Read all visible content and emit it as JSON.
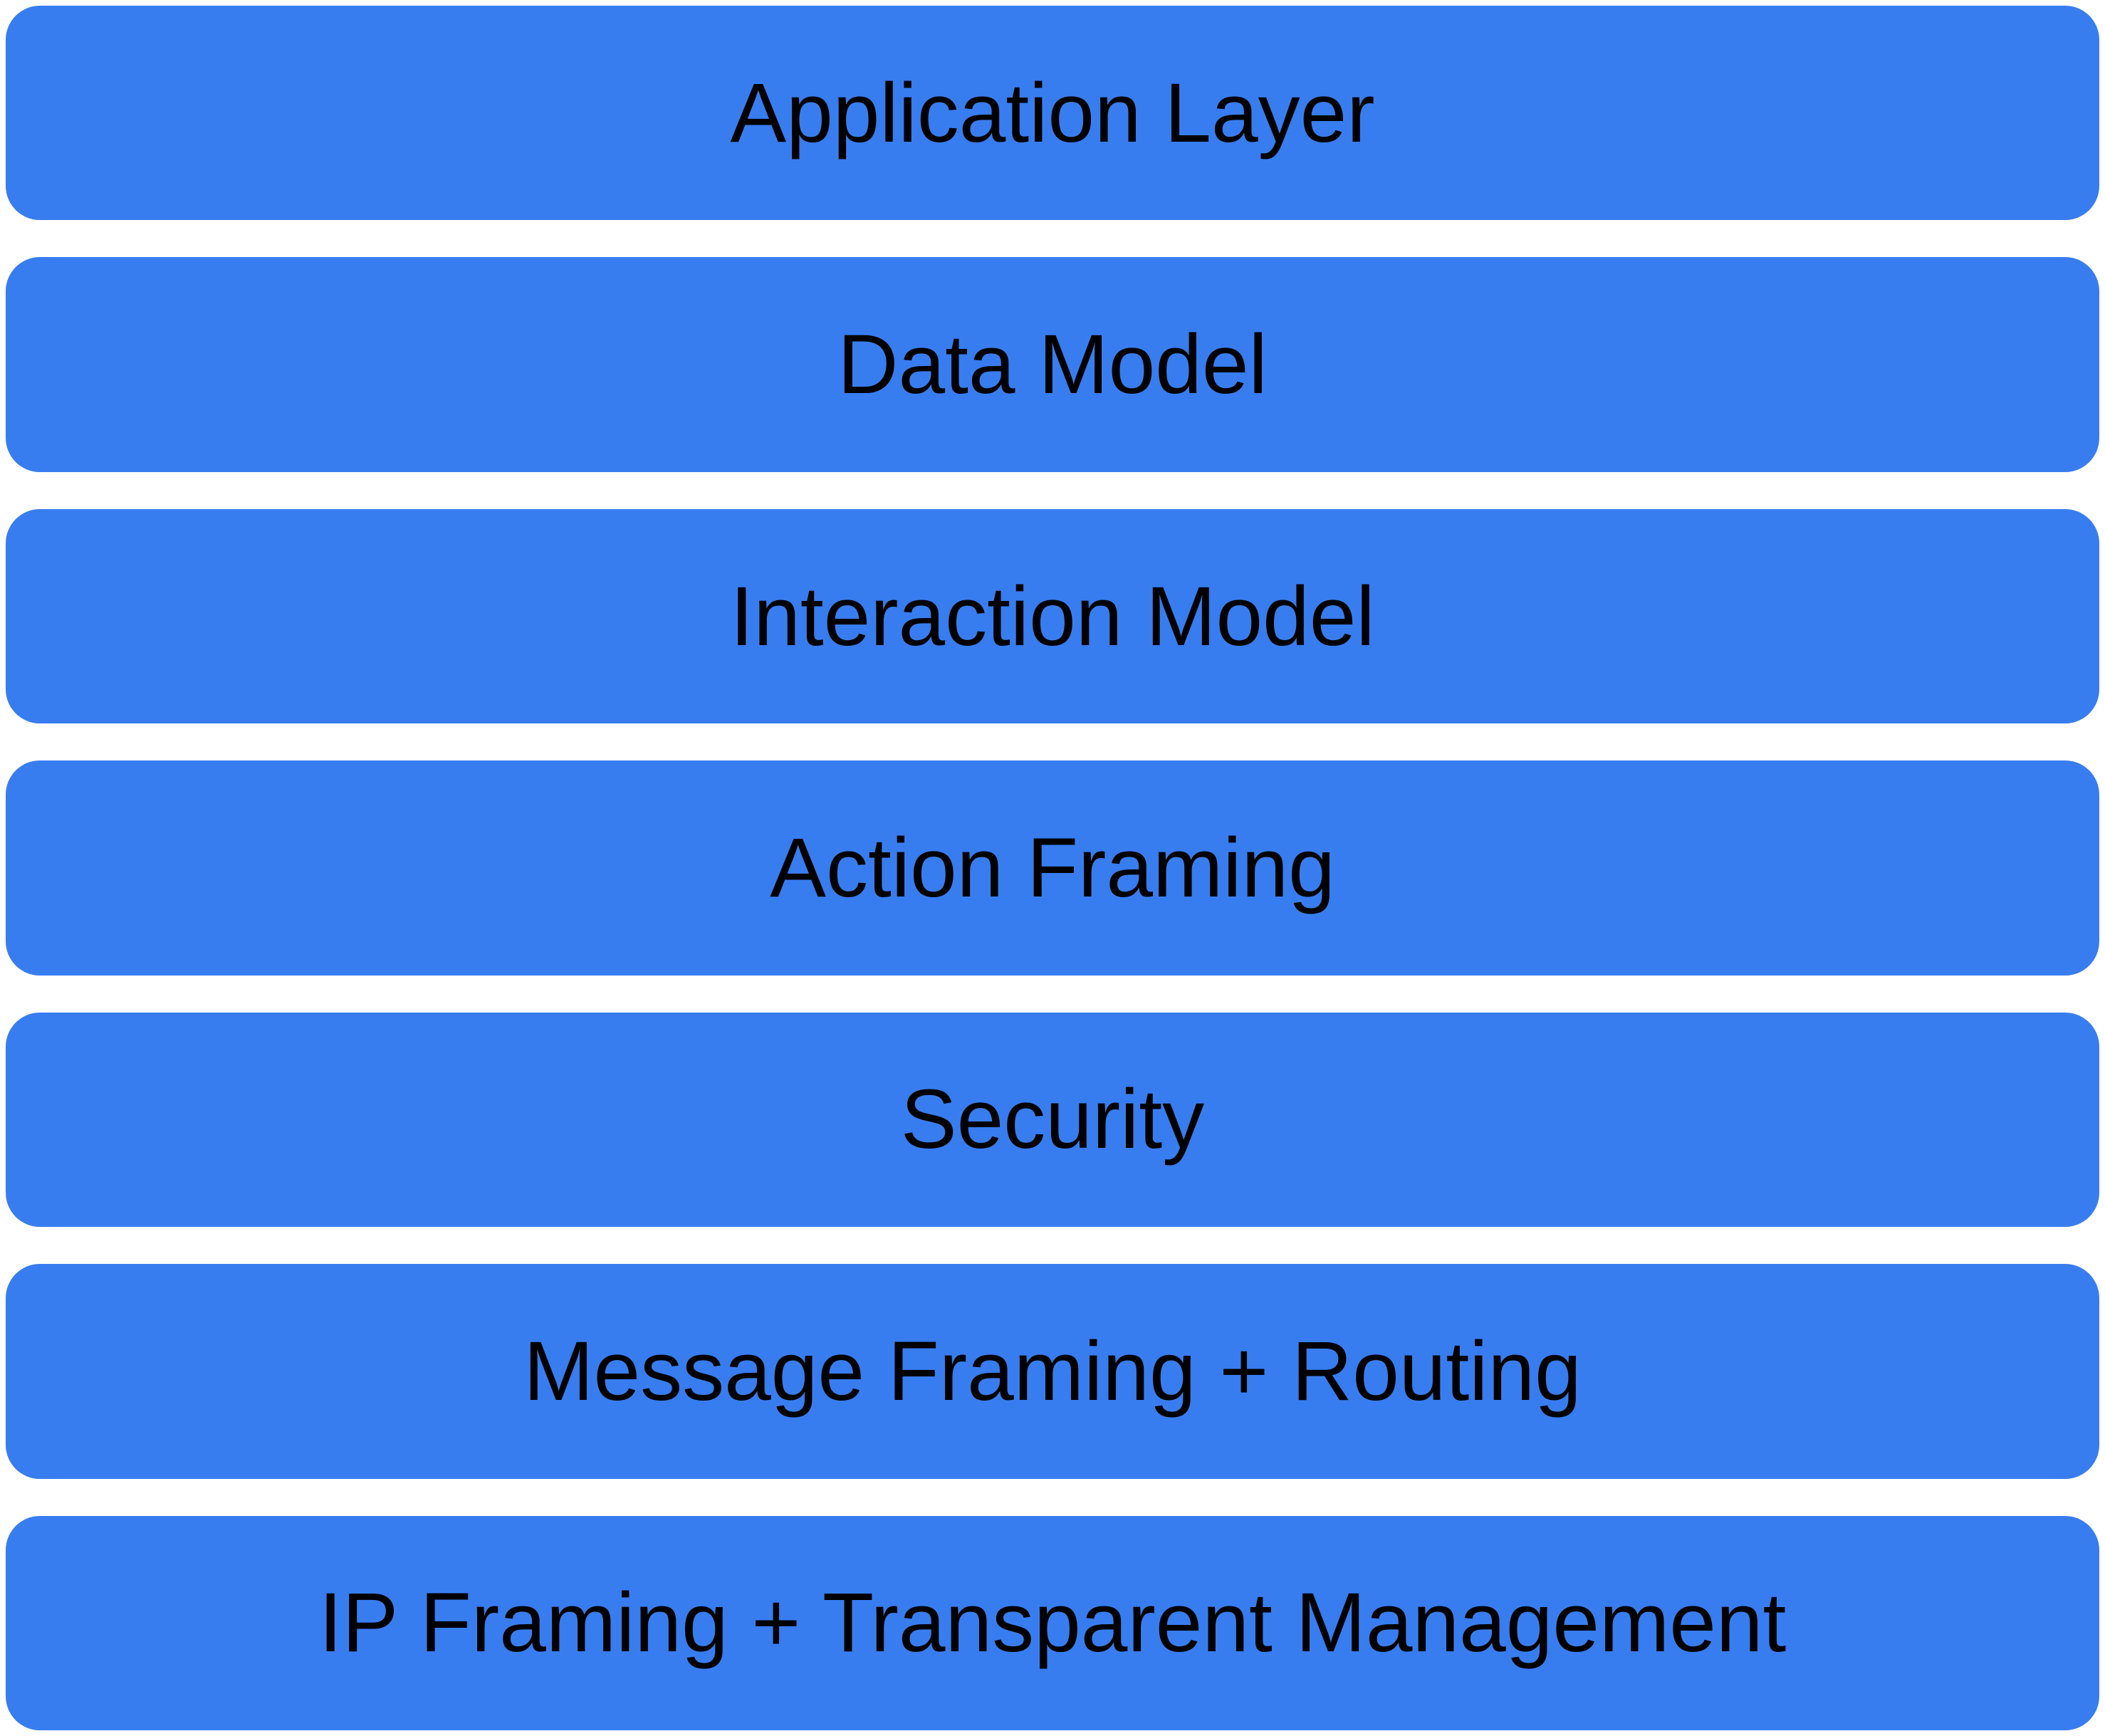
{
  "diagram": {
    "type": "layer-stack",
    "layers": [
      {
        "label": "Application Layer"
      },
      {
        "label": "Data Model"
      },
      {
        "label": "Interaction Model"
      },
      {
        "label": "Action Framing"
      },
      {
        "label": "Security"
      },
      {
        "label": "Message Framing + Routing"
      },
      {
        "label": "IP Framing + Transparent Management"
      }
    ]
  },
  "colors": {
    "block_fill": "#387df0",
    "label_text": "#000000",
    "background": "#ffffff"
  }
}
